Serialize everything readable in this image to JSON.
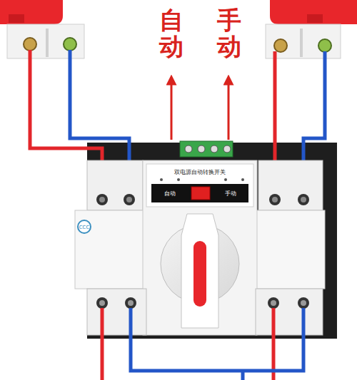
{
  "diagram": {
    "labels": [
      "自动",
      "手动",
      "双电源自动转换开关",
      "自动",
      "手动"
    ]
  }
}
